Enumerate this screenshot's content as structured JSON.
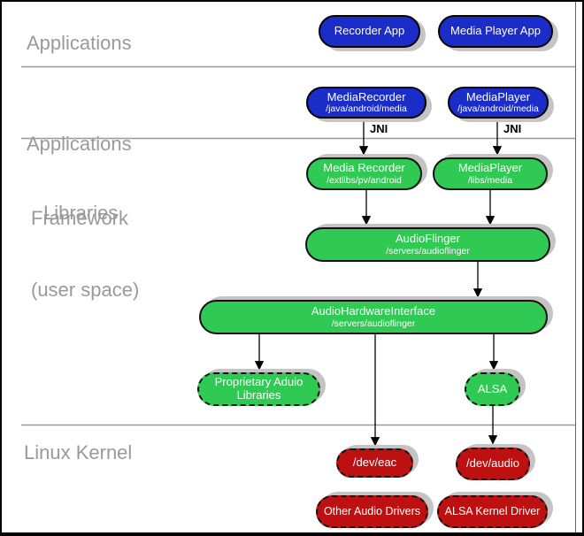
{
  "sections": {
    "applications": {
      "label": "Applications"
    },
    "framework": {
      "line1": "Applications",
      "line2": "Framework"
    },
    "libraries": {
      "line1": "Libraries",
      "line2": "(user space)"
    },
    "kernel": {
      "label": "Linux Kernel"
    }
  },
  "nodes": [
    {
      "id": "recorder-app",
      "title": "Recorder App"
    },
    {
      "id": "media-player-app",
      "title": "Media Player App"
    },
    {
      "id": "media-recorder-framework",
      "title": "MediaRecorder",
      "subtitle": "/java/android/media"
    },
    {
      "id": "media-player-framework",
      "title": "MediaPlayer",
      "subtitle": "/java/android/media"
    },
    {
      "id": "media-recorder-lib",
      "title": "Media Recorder",
      "subtitle": "/extlibs/pv/android"
    },
    {
      "id": "media-player-lib",
      "title": "MediaPlayer",
      "subtitle": "/libs/media"
    },
    {
      "id": "audioflinger",
      "title": "AudioFlinger",
      "subtitle": "/servers/audioflinger"
    },
    {
      "id": "audio-hardware-interface",
      "title": "AudioHardwareInterface",
      "subtitle": "/servers/audioflinger"
    },
    {
      "id": "proprietary-audio-libraries",
      "title": "Proprietary Aduio",
      "subtitle": "Libraries"
    },
    {
      "id": "alsa",
      "title": "ALSA"
    },
    {
      "id": "dev-eac",
      "title": "/dev/eac"
    },
    {
      "id": "dev-audio",
      "title": "/dev/audio"
    },
    {
      "id": "other-audio-drivers",
      "title": "Other Audio Drivers"
    },
    {
      "id": "alsa-kernel-driver",
      "title": "ALSA Kernel Driver"
    }
  ],
  "annotations": {
    "jni_left": "JNI",
    "jni_right": "JNI"
  },
  "colors": {
    "blue": "#1b2dc9",
    "green": "#2fc953",
    "red": "#bd1111",
    "shadow": "#c4c4c4",
    "section_label": "#9a9a9a",
    "separator": "#9a9a9a"
  }
}
